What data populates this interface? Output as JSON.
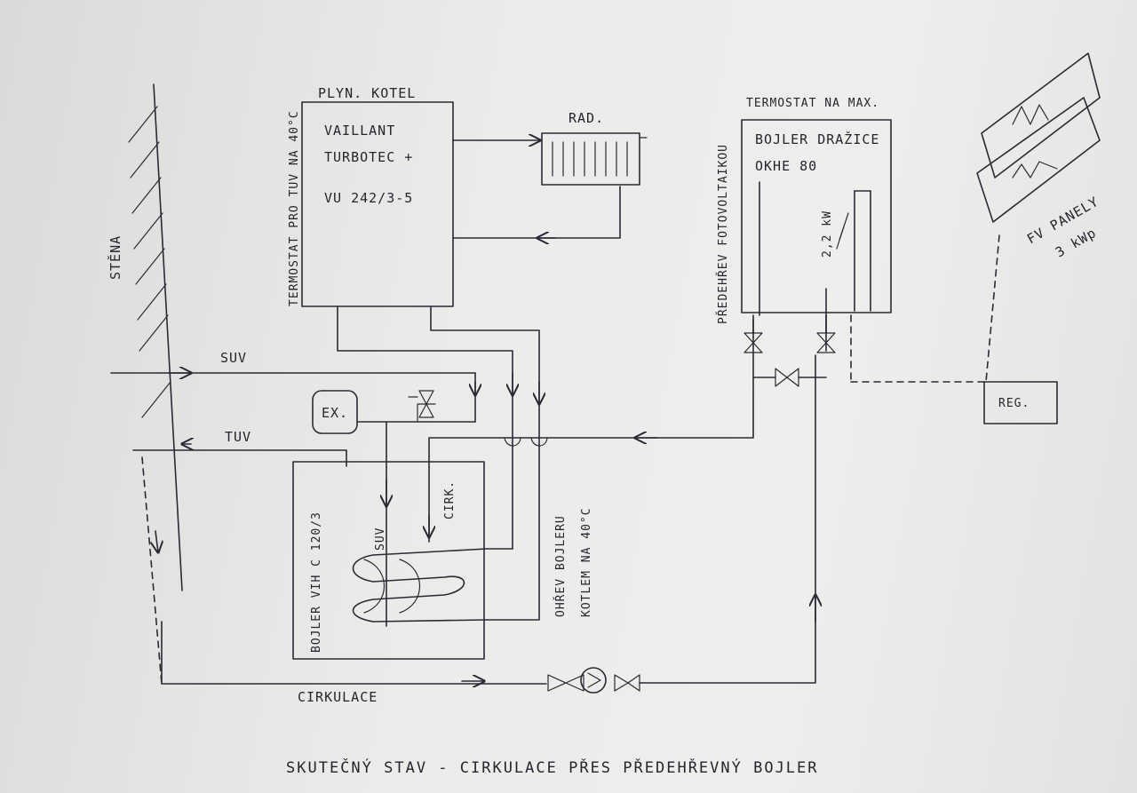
{
  "labels": {
    "wall": "STĚNA",
    "thermostat_boiler": "TERMOSTAT PRO TUV NA 40°C",
    "gas_boiler_title": "PLYN. KOTEL",
    "gas_boiler_line1": "VAILLANT",
    "gas_boiler_line2": "TURBOTEC +",
    "gas_boiler_line3": "VU 242/3-5",
    "radiator": "RAD.",
    "thermostat_max": "TERMOSTAT NA MAX.",
    "preheat_tank_line1": "BOJLER DRAŽICE",
    "preheat_tank_line2": "OKHE 80",
    "heater_power": "2,2 kW",
    "pv_preheat": "PŘEDEHŘEV FOTOVOLTAIKOU",
    "pv_panels_line1": "FV PANELY",
    "pv_panels_line2": "3 kWp",
    "regulator": "REG.",
    "cold_water": "SUV",
    "hot_water": "TUV",
    "expansion": "EX.",
    "main_tank": "BOJLER VIH C 120/3",
    "tank_suv": "SUV",
    "tank_cirk": "CIRK.",
    "heating_note_line1": "OHŘEV BOJLERU",
    "heating_note_line2": "KOTLEM NA 40°C",
    "circulation": "CIRKULACE",
    "footer": "SKUTEČNÝ STAV - CIRKULACE PŘES PŘEDEHŘEVNÝ BOJLER"
  },
  "colors": {
    "ink": "#2a2a35",
    "paper": "#ecebe9"
  }
}
